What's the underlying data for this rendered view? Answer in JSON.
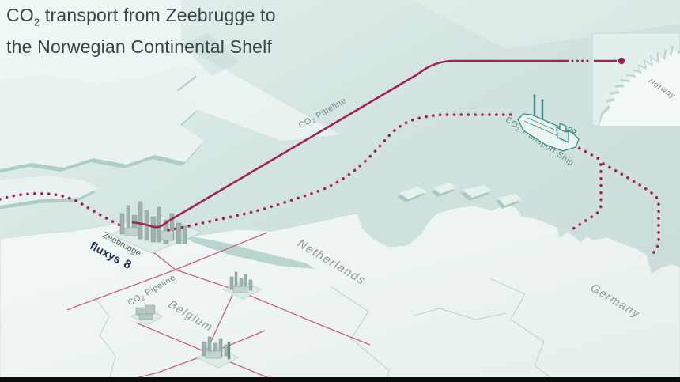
{
  "title": {
    "co": "CO",
    "sub": "2",
    "rest": " transport from Zeebrugge to",
    "line2": "the Norwegian Continental Shelf"
  },
  "map": {
    "countries": {
      "belgium": "Belgium",
      "netherlands": "Netherlands",
      "germany": "Germany",
      "norway": "Norway"
    },
    "port": {
      "name": "Zeebrugge",
      "operator": "fluxys",
      "operator_glyph": "8"
    },
    "routes": {
      "pipeline_offshore": {
        "co": "CO",
        "sub": "2",
        "rest": " Pipeline"
      },
      "pipeline_inland": {
        "co": "CO",
        "sub": "2",
        "rest": " Pipeline"
      },
      "ship": {
        "co": "CO",
        "sub": "2",
        "rest": " Transport Ship"
      }
    },
    "colors": {
      "route_magenta": "#a02355",
      "network_pink": "#c75f86",
      "ship_teal": "#3f8d86",
      "sea": "#cfe2df",
      "land": "#eef5f3",
      "title_text": "#39434b",
      "footer_bar": "#0b0c0c"
    }
  }
}
